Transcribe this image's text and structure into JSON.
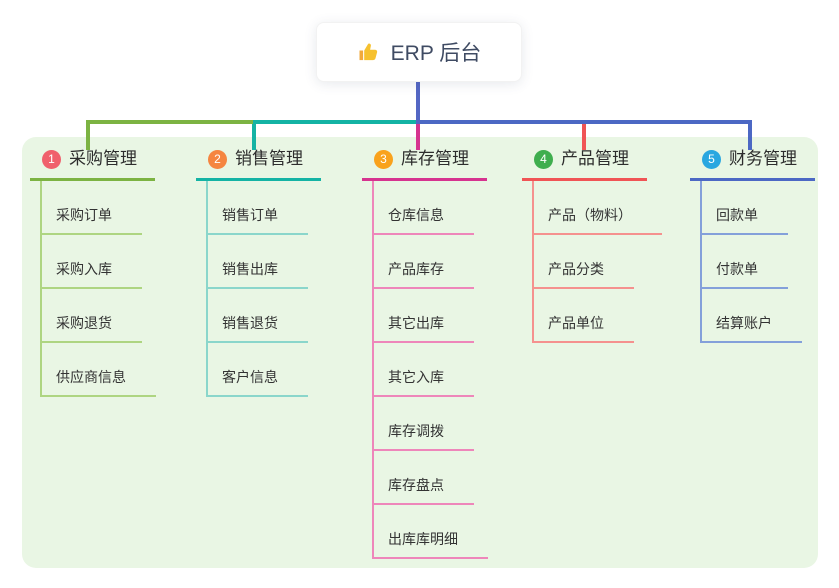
{
  "root": {
    "label": "ERP 后台",
    "icon": "thumbs-up-icon"
  },
  "colors": {
    "canvas_bg": "#ffffff",
    "panel_bg": "#e9f6e4",
    "root_card_bg": "#ffffff",
    "root_text": "#3f4b63",
    "root_stem": "#5467c4",
    "title_text": "#2d2d2d",
    "child_text": "#333333",
    "thumb_icon": "#f6c12f"
  },
  "branches": [
    {
      "badge": "1",
      "badge_color": "#f0606c",
      "title": "采购管理",
      "line_color": "#7cb342",
      "child_line_color": "#aed581",
      "children": [
        "采购订单",
        "采购入库",
        "采购退货",
        "供应商信息"
      ]
    },
    {
      "badge": "2",
      "badge_color": "#f58540",
      "title": "销售管理",
      "line_color": "#14b3a4",
      "child_line_color": "#8ad6cb",
      "children": [
        "销售订单",
        "销售出库",
        "销售退货",
        "客户信息"
      ]
    },
    {
      "badge": "3",
      "badge_color": "#f9a21c",
      "title": "库存管理",
      "line_color": "#d6338f",
      "child_line_color": "#ee86ba",
      "children": [
        "仓库信息",
        "产品库存",
        "其它出库",
        "其它入库",
        "库存调拨",
        "库存盘点",
        "出库库明细"
      ]
    },
    {
      "badge": "4",
      "badge_color": "#3fae4e",
      "title": "产品管理",
      "line_color": "#f05455",
      "child_line_color": "#f5918e",
      "children": [
        "产品（物料）",
        "产品分类",
        "产品单位"
      ]
    },
    {
      "badge": "5",
      "badge_color": "#2aa7e0",
      "title": "财务管理",
      "line_color": "#4c68c4",
      "child_line_color": "#84a0da",
      "children": [
        "回款单",
        "付款单",
        "结算账户"
      ]
    }
  ]
}
